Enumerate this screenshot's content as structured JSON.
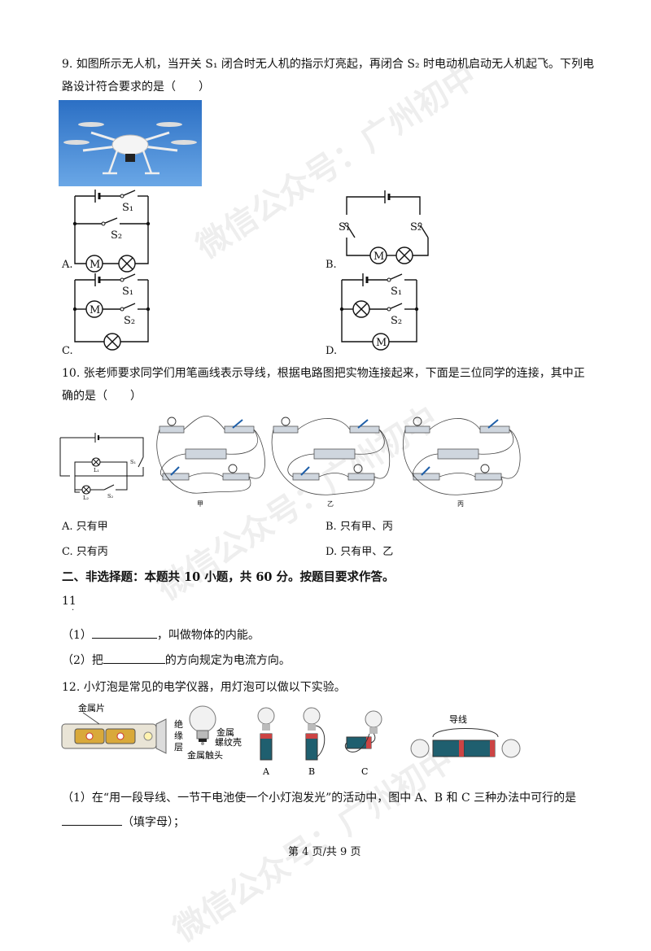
{
  "q9": {
    "line1": "9. 如图所示无人机，当开关 S₁ 闭合时无人机的指示灯亮起，再闭合 S₂ 时电动机启动无人机起飞。下列电",
    "line2": "路设计符合要求的是（　　）",
    "options": [
      "A.",
      "B.",
      "C.",
      "D."
    ],
    "labels": {
      "S1": "S₁",
      "S2": "S₂",
      "M": "M"
    }
  },
  "q10": {
    "line1": "10. 张老师要求同学们用笔画线表示导线，根据电路图把实物连接起来，下面是三位同学的连接，其中正",
    "line2": "确的是（　　）",
    "circuit_labels": {
      "S1": "S₁",
      "S2": "S₂",
      "L1": "L₁",
      "L2": "L₂"
    },
    "panel_labels": [
      "甲",
      "乙",
      "丙"
    ],
    "options": [
      {
        "letter": "A.",
        "text": "只有甲"
      },
      {
        "letter": "B.",
        "text": "只有甲、丙"
      },
      {
        "letter": "C.",
        "text": "只有丙"
      },
      {
        "letter": "D.",
        "text": "只有甲、乙"
      }
    ]
  },
  "section2": {
    "heading": "二、非选择题：本题共 10 小题，共 60 分。按题目要求作答。"
  },
  "q11": {
    "number": "11",
    "dot": ".",
    "part1_prefix": "（1）",
    "part1_suffix": "，叫做物体的内能。",
    "part2_prefix": "（2）把",
    "part2_suffix": "的方向规定为电流方向。"
  },
  "q12": {
    "stem": "12. 小灯泡是常见的电学仪器，用灯泡可以做以下实验。",
    "flashlight_label": "金属片",
    "bulb_labels": {
      "left": "绝\n缘\n层",
      "right": "金属\n螺纹壳",
      "bottom": "金属触头"
    },
    "setup_labels": [
      "A",
      "B",
      "C"
    ],
    "wire_label": "导线",
    "part1_line1": "（1）在“用一段导线、一节干电池使一个小灯泡发光”的活动中，图中 A、B 和 C 三种办法中可行的是",
    "part1_line2": "（填字母）；"
  },
  "footer": {
    "page": "第 4 页/共 9 页"
  },
  "watermark": {
    "text": "微信公众号：广州初中"
  }
}
